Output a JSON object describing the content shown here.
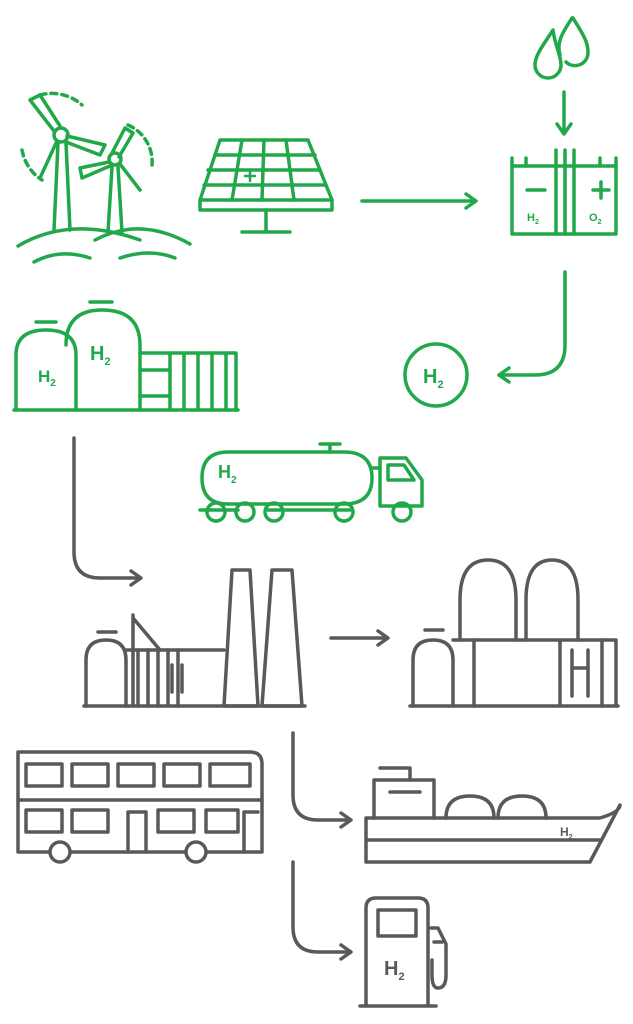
{
  "colors": {
    "green": "#21a84a",
    "gray": "#58595b",
    "background": "#ffffff"
  },
  "icons": [
    "wind-turbines-icon",
    "solar-panel-icon",
    "water-drops-icon",
    "electrolyzer-icon",
    "hydrogen-molecule-icon",
    "hydrogen-storage-icon",
    "hydrogen-tanker-truck-icon",
    "industrial-plant-icon",
    "chemical-plant-icon",
    "double-decker-bus-icon",
    "hydrogen-ship-icon",
    "hydrogen-fuel-pump-icon"
  ],
  "labels": {
    "h": "H",
    "two": "2",
    "o": "O",
    "minus": "−",
    "plus": "+"
  }
}
